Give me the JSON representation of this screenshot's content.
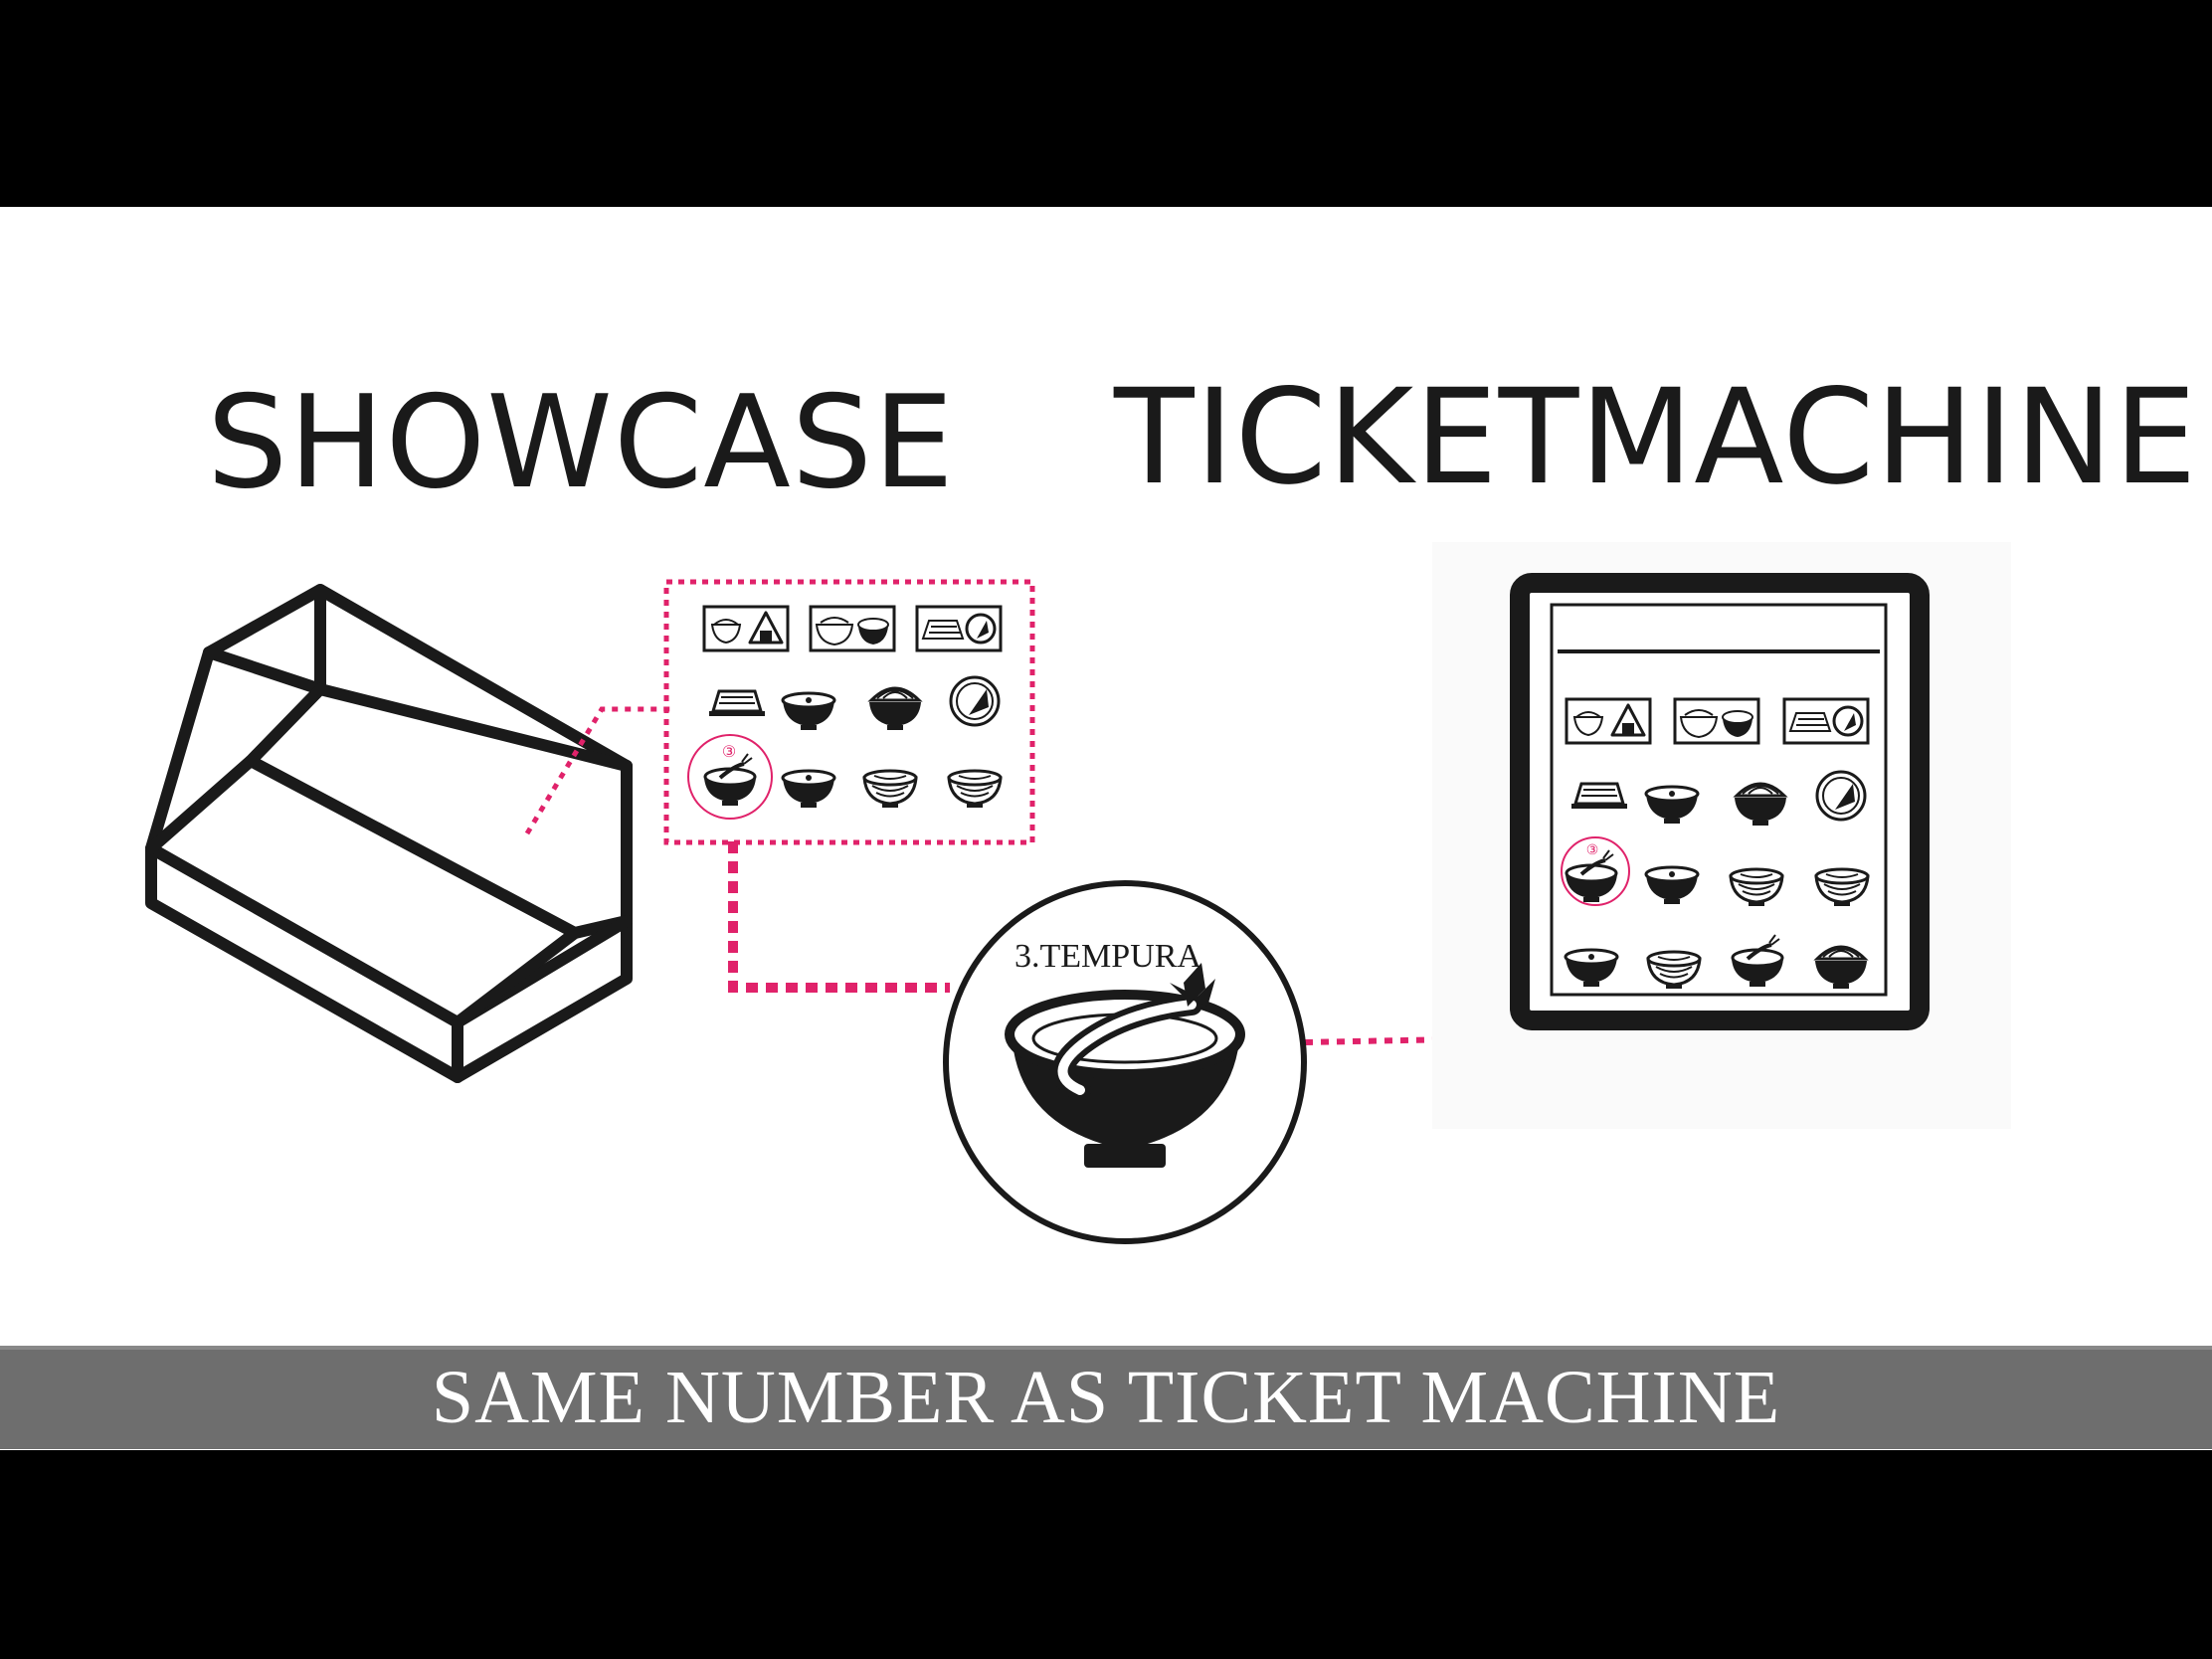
{
  "headings": {
    "showcase": "SHOWCASE",
    "ticket_machine": "TICKETMACHINE"
  },
  "menu_badge": {
    "number": "③"
  },
  "highlight": {
    "label": "3.TEMPURA"
  },
  "caption": "SAME NUMBER AS TICKET MACHINE",
  "colors": {
    "accent": "#e0226a",
    "ink": "#1a1a1a",
    "caption_bg": "#6e6e6e"
  },
  "icons": {
    "showcase": "showcase-box-icon",
    "tempura": "tempura-bowl-icon",
    "ticket_machine": "ticket-machine-icon"
  }
}
